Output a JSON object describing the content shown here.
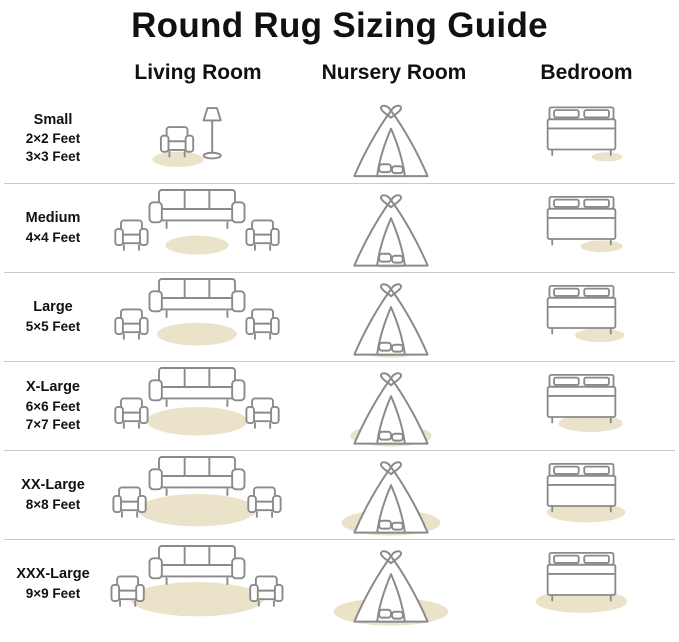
{
  "title": "Round Rug Sizing Guide",
  "columns": [
    "Living Room",
    "Nursery Room",
    "Bedroom"
  ],
  "rows": [
    {
      "label": "Small",
      "sizes": [
        "2×2 Feet",
        "3×3 Feet"
      ]
    },
    {
      "label": "Medium",
      "sizes": [
        "4×4 Feet"
      ]
    },
    {
      "label": "Large",
      "sizes": [
        "5×5 Feet"
      ]
    },
    {
      "label": "X-Large",
      "sizes": [
        "6×6 Feet",
        "7×7 Feet"
      ]
    },
    {
      "label": "XX-Large",
      "sizes": [
        "8×8 Feet"
      ]
    },
    {
      "label": "XXX-Large",
      "sizes": [
        "9×9 Feet"
      ]
    }
  ],
  "icons": {
    "living_room": [
      "armchair-icon",
      "floor-lamp-icon",
      "sofa-icon",
      "rug-oval"
    ],
    "nursery_room": [
      "play-tent-icon",
      "rug-oval"
    ],
    "bedroom": [
      "bed-icon",
      "rug-oval"
    ]
  },
  "colors": {
    "rug": "#ebe3c9",
    "line": "#8a8a8a",
    "divider": "#c9c9c9",
    "text": "#111111",
    "background": "#ffffff"
  }
}
